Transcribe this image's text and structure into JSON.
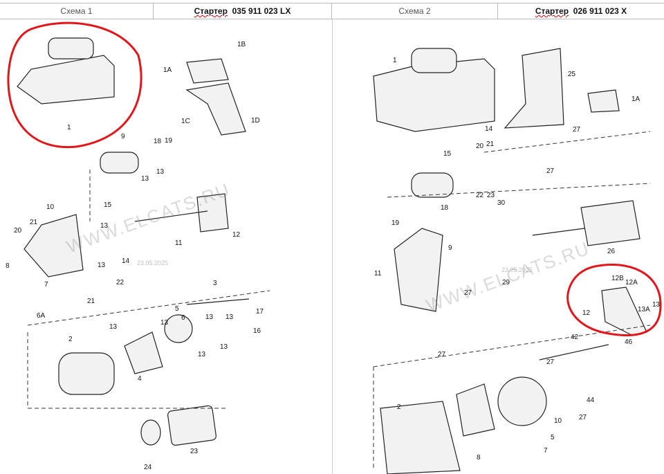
{
  "header": {
    "scheme1": "Схема 1",
    "starter1_word": "Стартер",
    "starter1_number": "035 911 023 LX",
    "scheme2": "Схема 2",
    "starter2_word": "Стартер",
    "starter2_number": "026 911 023 X"
  },
  "watermark": {
    "left": "WWW.ELCATS.RU",
    "right": "WWW.ELCATS.RU",
    "date_left": "23.05.2025",
    "date_right": "23.05.2025"
  },
  "highlight_color": "#e0161b",
  "left_labels": [
    "1B",
    "1A",
    "1C",
    "1D",
    "1",
    "9",
    "18",
    "19",
    "13",
    "13",
    "15",
    "10",
    "21",
    "20",
    "13",
    "11",
    "12",
    "13",
    "14",
    "8",
    "7",
    "21",
    "22",
    "3",
    "6A",
    "5",
    "6",
    "13",
    "13",
    "17",
    "13",
    "16",
    "13",
    "13",
    "13",
    "2",
    "4",
    "24",
    "23"
  ],
  "right_labels": [
    "1",
    "25",
    "1A",
    "14",
    "27",
    "15",
    "20",
    "21",
    "27",
    "18",
    "22",
    "23",
    "30",
    "19",
    "9",
    "26",
    "11",
    "27",
    "29",
    "12B",
    "12A",
    "12",
    "13A",
    "13",
    "42",
    "46",
    "27",
    "27",
    "44",
    "27",
    "10",
    "5",
    "2",
    "7",
    "8"
  ]
}
